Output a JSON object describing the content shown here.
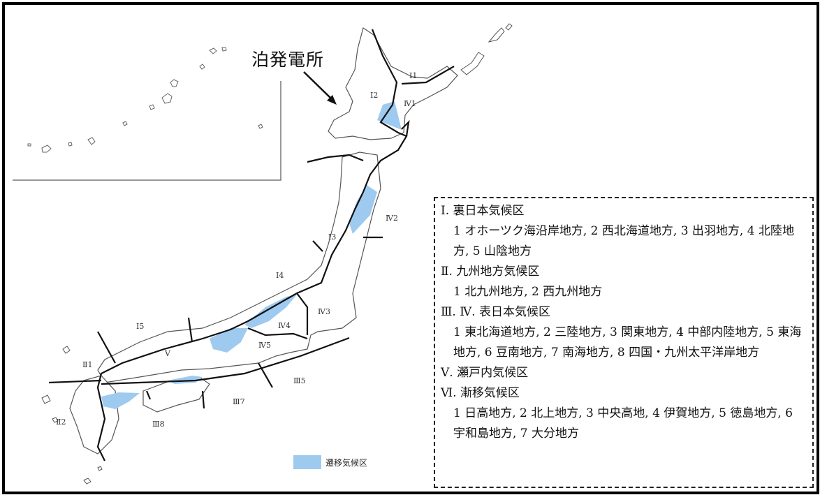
{
  "map": {
    "callout_label": "泊発電所",
    "zone_labels": [
      "Ⅰ1",
      "Ⅰ2",
      "Ⅳ1",
      "Ⅳ2",
      "Ⅰ3",
      "Ⅰ4",
      "Ⅳ3",
      "Ⅳ4",
      "Ⅰ5",
      "Ⅳ5",
      "Ⅱ1",
      "Ⅴ",
      "Ⅲ5",
      "Ⅲ7",
      "Ⅱ2",
      "Ⅲ8"
    ],
    "colors": {
      "transition_fill": "#9fcaf0",
      "line": "#111111",
      "coast": "#555555"
    }
  },
  "legend_key": {
    "label": "遷移気候区"
  },
  "legend": {
    "sections": [
      {
        "head": "Ⅰ. 裏日本気候区",
        "body": "1 オホーツク海沿岸地方, 2 西北海道地方, 3 出羽地方, 4 北陸地方, 5 山陰地方"
      },
      {
        "head": "Ⅱ. 九州地方気候区",
        "body": "1 北九州地方, 2 西九州地方"
      },
      {
        "head": "Ⅲ. Ⅳ. 表日本気候区",
        "body": "1 東北海道地方, 2 三陸地方, 3 関東地方, 4 中部内陸地方, 5 東海地方, 6 豆南地方, 7 南海地方, 8 四国・九州太平洋岸地方"
      },
      {
        "head": "Ⅴ. 瀬戸内気候区",
        "body": ""
      },
      {
        "head": "Ⅵ. 漸移気候区",
        "body": "1 日高地方, 2 北上地方, 3 中央高地, 4 伊賀地方, 5 徳島地方, 6 宇和島地方, 7 大分地方"
      }
    ]
  }
}
